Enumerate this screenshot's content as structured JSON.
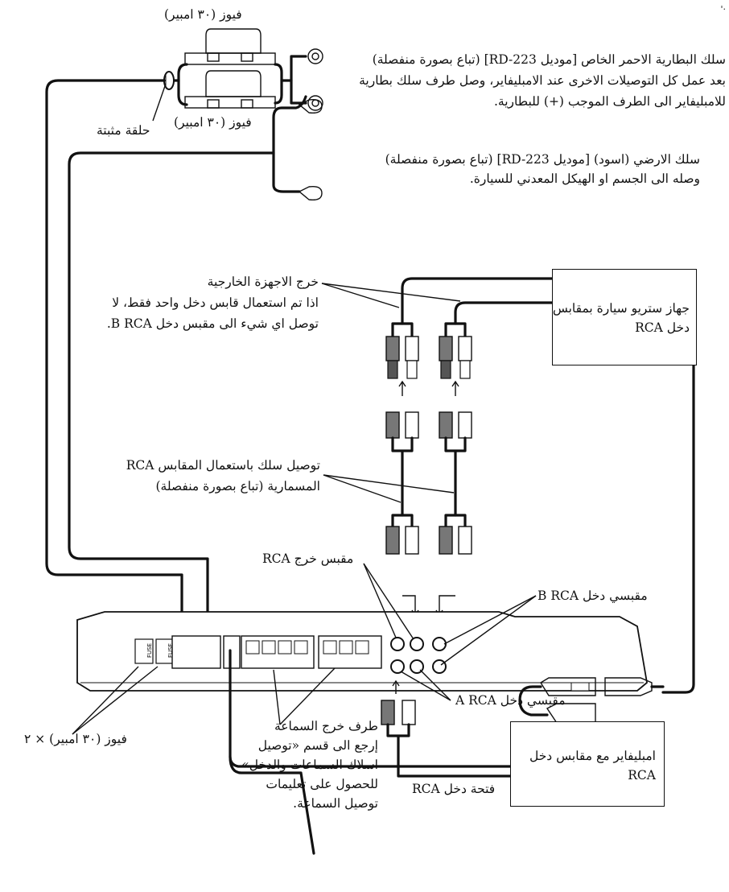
{
  "corner_mark": "·'",
  "fuse_top": "فيوز (٣٠ امبير)",
  "fuse_bottom": "فيوز (٣٠ امبير)",
  "ring_label": "حلقة مثبتة",
  "battery_wire": [
    "سلك البطارية الاحمر الخاص [موديل RD-223] (تباع بصورة منفصلة)",
    "بعد عمل كل التوصيلات الاخرى عند الامبليفاير، وصل طرف سلك بطارية",
    "للامبليفاير الى الطرف الموجب (+) للبطارية."
  ],
  "ground_wire": [
    "سلك الارضي (اسود) [موديل RD-223] (تباع بصورة منفصلة)",
    "وصله الى الجسم او الهيكل المعدني للسيارة."
  ],
  "external_output": [
    "خرج الاجهزة الخارجية",
    "اذا تم استعمال قابس دخل واحد فقط، لا",
    "توصل اي شيء الى مقبس دخل B RCA."
  ],
  "car_stereo": [
    "جهاز ستريو سيارة بمقابس",
    "دخل RCA"
  ],
  "rca_cable": [
    "توصيل سلك باستعمال المقابس RCA",
    "المسمارية (تباع بصورة منفصلة)"
  ],
  "rca_output_jack": "مقبس خرج RCA",
  "rca_input_b": "مقبسي دخل B  RCA",
  "rca_input_a": "مقبسي دخل A  RCA",
  "amp_with_rca": [
    "امبليفاير مع مقابس دخل",
    "RCA"
  ],
  "rca_input_port": "فتحة دخل RCA",
  "fuse_x2": "فيوز (٣٠ امبير) × ٢",
  "speaker_output": [
    "طرف خرج السماعة",
    "إرجع الى قسم «توصيل",
    "اسلاك السماعات والدخل»",
    "للحصول على تعليمات",
    "توصيل السماعة."
  ],
  "amp_fuse_tag": "FUSE"
}
